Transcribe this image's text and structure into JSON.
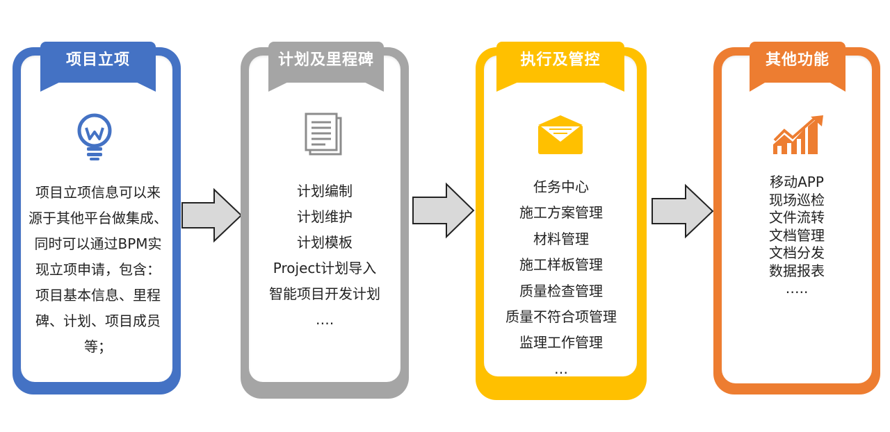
{
  "colors": {
    "blue": "#4472C4",
    "gray": "#A5A5A5",
    "gold": "#FFC000",
    "orange": "#ED7D31"
  },
  "columns": [
    {
      "title": "项目立项",
      "icon": "lightbulb-icon",
      "lines": [
        "项目立项信息可以来",
        "源于其他平台做集成、",
        "同时可以通过BPM实",
        "现立项申请，包含：",
        "项目基本信息、里程",
        "碑、计划、项目成员",
        "等；"
      ]
    },
    {
      "title": "计划及里程碑",
      "icon": "document-icon",
      "items": [
        "计划编制",
        "计划维护",
        "计划模板",
        "Project计划导入",
        "智能项目开发计划",
        "…."
      ]
    },
    {
      "title": "执行及管控",
      "icon": "envelope-icon",
      "items": [
        "任务中心",
        "施工方案管理",
        "材料管理",
        "施工样板管理",
        "质量检查管理",
        "质量不符合项管理",
        "监理工作管理",
        "…"
      ]
    },
    {
      "title": "其他功能",
      "icon": "growth-chart-icon",
      "items": [
        "移动APP",
        "现场巡检",
        "文件流转",
        "文档管理",
        "文档分发",
        "数据报表",
        "….."
      ]
    }
  ]
}
